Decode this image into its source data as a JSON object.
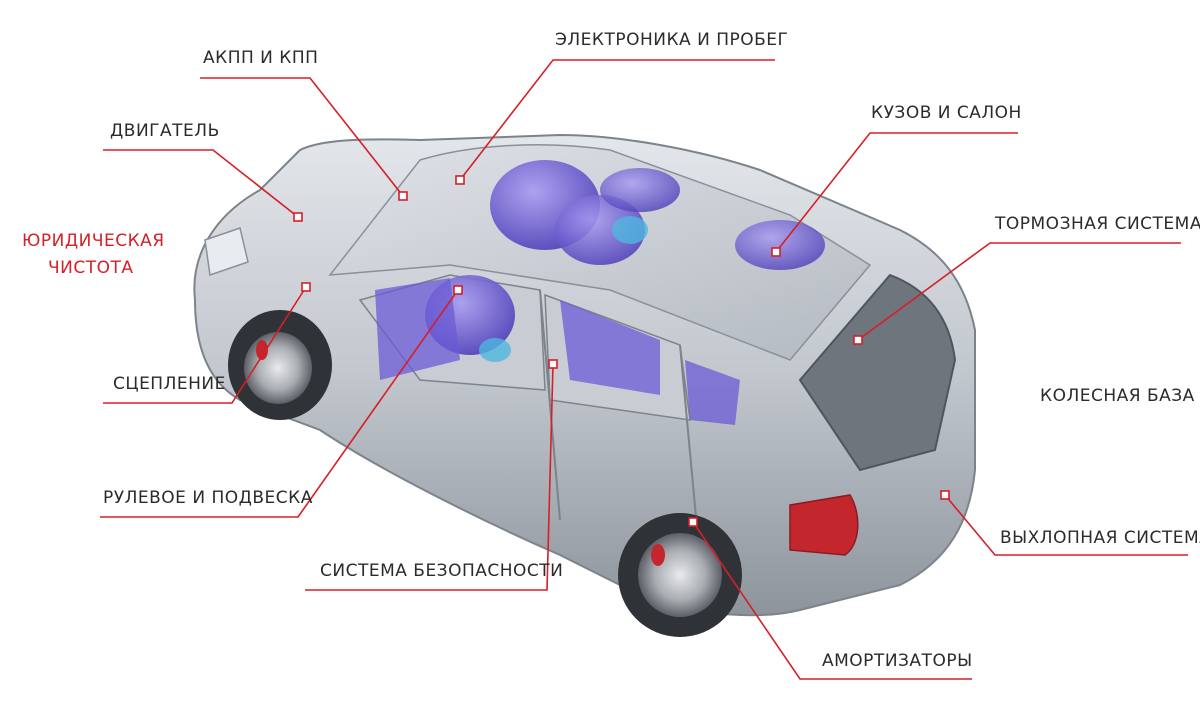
{
  "labels": {
    "akpp": "АКПП И КПП",
    "electronics": "ЭЛЕКТРОНИКА  И ПРОБЕГ",
    "engine": "ДВИГАТЕЛЬ",
    "body_interior": "КУЗОВ И САЛОН",
    "legal_line1": "ЮРИДИЧЕСКАЯ",
    "legal_line2": "ЧИСТОТА",
    "brakes": "ТОРМОЗНАЯ СИСТЕМА",
    "clutch": "СЦЕПЛЕНИЕ",
    "wheelbase": "КОЛЕСНАЯ БАЗА",
    "steering": "РУЛЕВОЕ И ПОДВЕСКА",
    "exhaust": "ВЫХЛОПНАЯ СИСТЕМА",
    "safety": "СИСТЕМА БЕЗОПАСНОСТИ",
    "shocks": "АМОРТИЗАТОРЫ"
  },
  "colors": {
    "leader": "#d61f26",
    "legal_text": "#d61f26",
    "label_text": "#2b2b2b",
    "car_body": "#b9bec6",
    "airbag": "#6b5bd6"
  }
}
